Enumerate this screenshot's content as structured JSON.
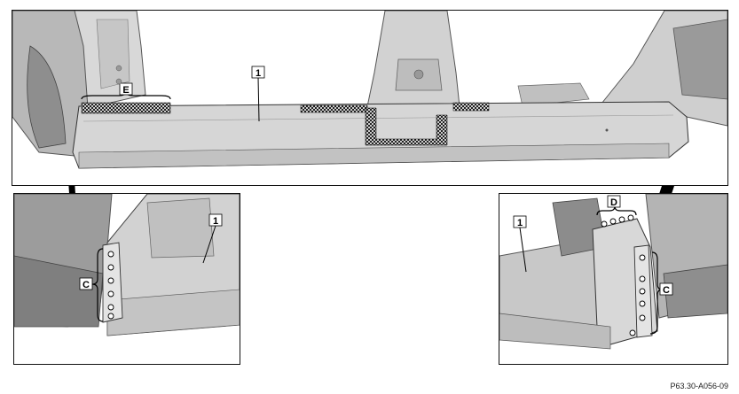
{
  "callouts": {
    "main_part": "1",
    "zone_e": "E",
    "left_part": "1",
    "left_bracket": "C",
    "right_part": "1",
    "right_top": "D",
    "right_bracket": "C"
  },
  "caption": "P63.30-A056-09",
  "colors": {
    "metal": "#d4d4d4",
    "metal_dark": "#a8a8a8",
    "metal_light": "#e6e6e6",
    "outline": "#111111",
    "hatch": "#000000"
  }
}
